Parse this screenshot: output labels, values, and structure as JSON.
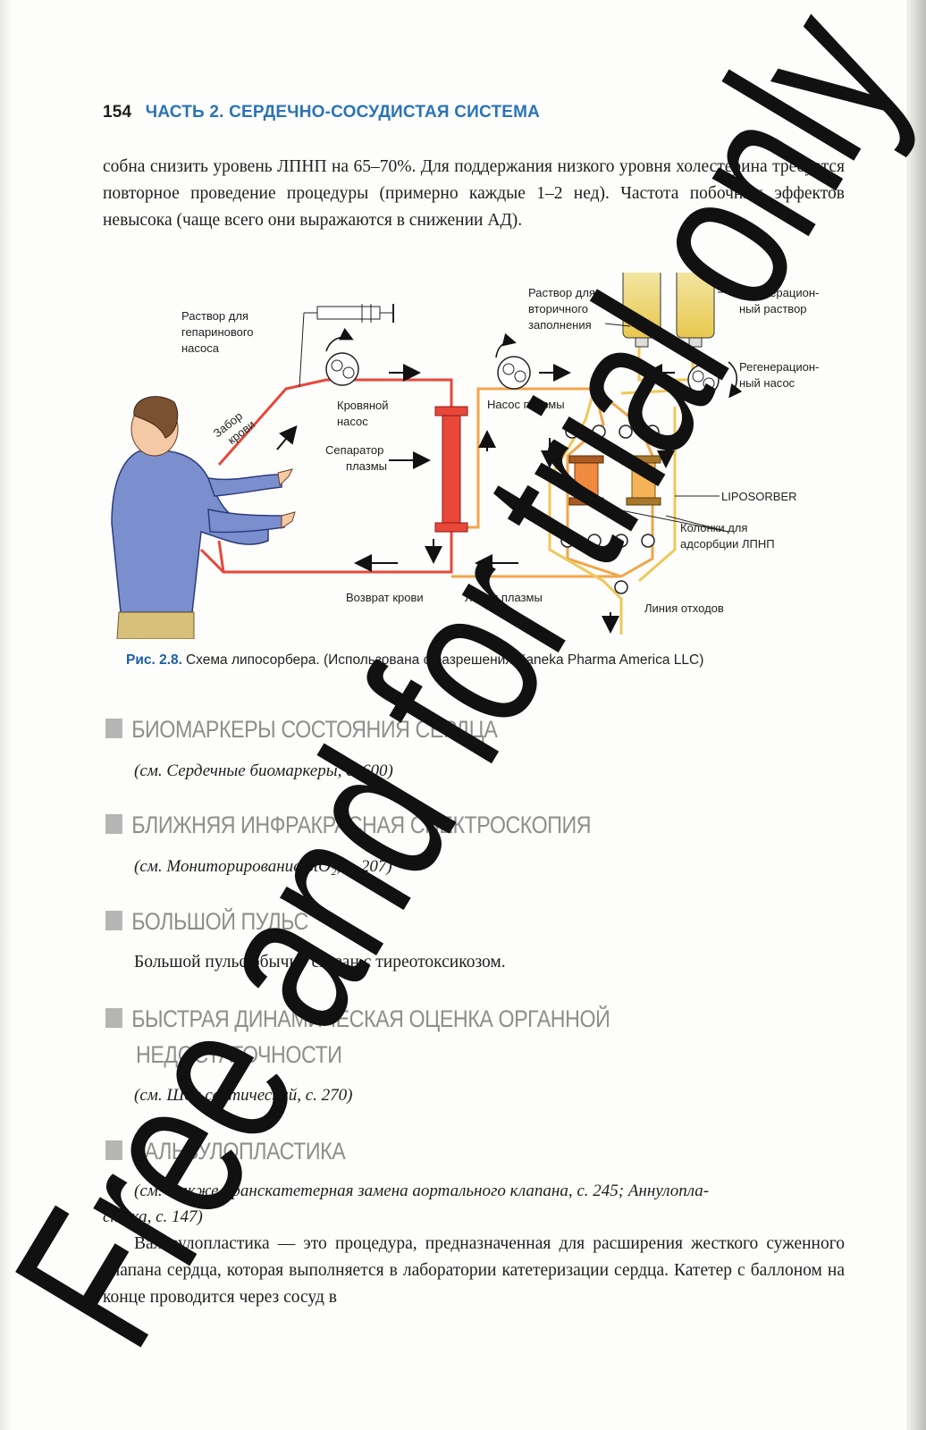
{
  "running_head": {
    "page_number": "154",
    "chapter": "ЧАСТЬ 2. СЕРДЕЧНО-СОСУДИСТАЯ СИСТЕМА"
  },
  "intro_paragraph": "собна снизить уровень ЛПНП на 65–70%. Для поддержания низкого уровня холестерина требуется повторное проведение процедуры (примерно каждые 1–2 нед). Частота побочных эффектов невысока (чаще всего они выражаются в снижении АД).",
  "figure": {
    "labels": {
      "heparin": [
        "Раствор для",
        "гепаринового",
        "насоса"
      ],
      "blood_draw": [
        "Забор",
        "крови"
      ],
      "blood_pump": [
        "Кровяной",
        "насос"
      ],
      "separator": [
        "Сепаратор",
        "плазмы"
      ],
      "priming": [
        "Раствор для",
        "вторичного",
        "заполнения"
      ],
      "regen_solution": [
        "Регенерацион-",
        "ный раствор"
      ],
      "regen_pump": [
        "Регенерацион-",
        "ный насос"
      ],
      "plasma_pump": "Насос плазмы",
      "liposorber": "LIPOSORBER",
      "columns": [
        "Колонки для",
        "адсорбции ЛПНП"
      ],
      "blood_return": "Возврат крови",
      "plasma_line": "Линия плазмы",
      "waste_line": "Линия отходов"
    },
    "colors": {
      "blood": "#e8473a",
      "plasma": "#f2a54a",
      "regen": "#eec85a"
    },
    "caption_label": "Рис. 2.8.",
    "caption_text": "Схема липосорбера. (Использована с разрешения Kaneka Pharma America LLC)"
  },
  "sections": [
    {
      "title": "БИОМАРКЕРЫ СОСТОЯНИЯ СЕРДЦА",
      "ref": "(см. Сердечные биомаркеры, с. 600)"
    },
    {
      "title": "БЛИЖНЯЯ ИНФРАКРАСНАЯ СПЕКТРОСКОПИЯ",
      "ref": "(см. Мониторирование StO₂, с. 207)"
    },
    {
      "title": "БОЛЬШОЙ ПУЛЬС",
      "body": "Большой пульс обычно связан с тиреотоксикозом."
    },
    {
      "title_line1": "БЫСТРАЯ ДИНАМИЧЕСКАЯ ОЦЕНКА ОРГАННОЙ",
      "title_line2": "НЕДОСТАТОЧНОСТИ",
      "ref": "(см. Шок септический, с. 270)"
    },
    {
      "title": "ВАЛЬВУЛОПЛАСТИКА",
      "ref_line1": "(см. также Транскатетерная замена аортального клапана, с. 245; Аннулопла-",
      "ref_line2": "стика, с. 147)",
      "body": "Вальвулопластика — это процедура, предназначенная для расширения жесткого суженного клапана сердца, которая выполняется в лаборатории катетеризации сердца. Катетер с баллоном на конце проводится через сосуд в"
    }
  ],
  "watermark": "Free and for trial only"
}
